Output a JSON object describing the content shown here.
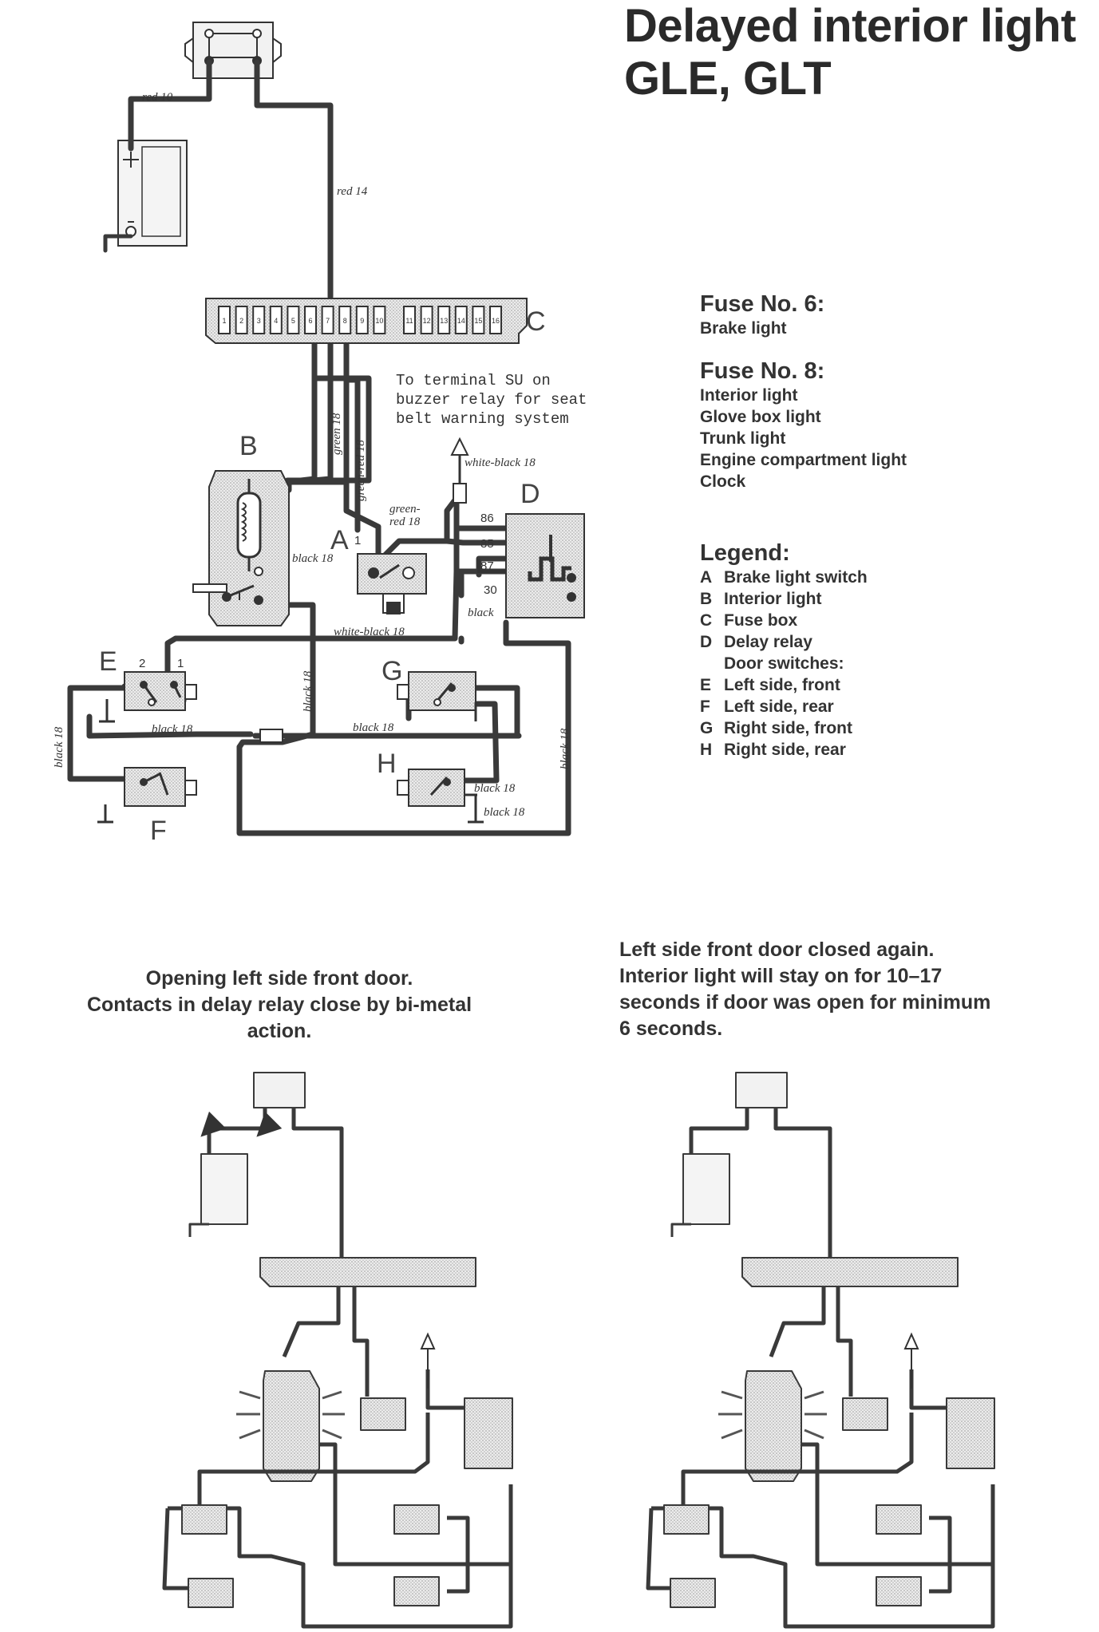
{
  "title": {
    "line1": "Delayed interior light",
    "line2": "GLE, GLT"
  },
  "fuses": [
    {
      "heading": "Fuse No. 6:",
      "items": [
        "Brake light"
      ]
    },
    {
      "heading": "Fuse No. 8:",
      "items": [
        "Interior light",
        "Glove box light",
        "Trunk light",
        "Engine compartment light",
        "Clock"
      ]
    }
  ],
  "legend": {
    "title": "Legend:",
    "rows": [
      {
        "key": "A",
        "text": "Brake light switch"
      },
      {
        "key": "B",
        "text": "Interior light"
      },
      {
        "key": "C",
        "text": "Fuse box"
      },
      {
        "key": "D",
        "text": "Delay relay"
      }
    ],
    "subheading": "Door switches:",
    "door_rows": [
      {
        "key": "E",
        "text": "Left side, front"
      },
      {
        "key": "F",
        "text": "Left side, rear"
      },
      {
        "key": "G",
        "text": "Right side, front"
      },
      {
        "key": "H",
        "text": "Right side, rear"
      }
    ]
  },
  "captions": {
    "left": [
      "Opening left side front door.",
      "Contacts in delay relay close by bi-metal",
      "action."
    ],
    "right": [
      "Left side front door closed again.",
      "Interior light will stay on for 10–17",
      "seconds if door was open for minimum",
      "6 seconds."
    ]
  },
  "diagram": {
    "wire_labels": {
      "red10": "red 10",
      "red14": "red 14",
      "green18": "green 18",
      "greenred18": "green-red 18",
      "whiteblack_top": "white-black 18",
      "greenred_a1": "green-",
      "greenred_a2": "red 18",
      "black_b": "black 18",
      "whiteblack_mid": "white-black 18",
      "black_vert_mid": "black 18",
      "black_left": "black 18",
      "black_e": "black 18",
      "black_g": "black 18",
      "black_h1": "black 18",
      "black_h2": "black 18",
      "black_right": "black 18",
      "black_d": "black"
    },
    "note": [
      "To terminal SU on",
      "buzzer relay for seat",
      "belt warning system"
    ],
    "component_letters": {
      "A": "A",
      "B": "B",
      "C": "C",
      "D": "D",
      "E": "E",
      "F": "F",
      "G": "G",
      "H": "H"
    },
    "relay_terminals": [
      "86",
      "85",
      "87",
      "30"
    ],
    "terminal_a": "1",
    "door_e_terminals": [
      "2",
      "1"
    ],
    "fuse_numbers": [
      "1",
      "2",
      "3",
      "4",
      "5",
      "6",
      "7",
      "8",
      "9",
      "10",
      "11",
      "12",
      "13",
      "14",
      "15",
      "16"
    ]
  },
  "colors": {
    "wire": "#3a3a3a",
    "stipple": "#d8d8d8",
    "text": "#333333"
  }
}
